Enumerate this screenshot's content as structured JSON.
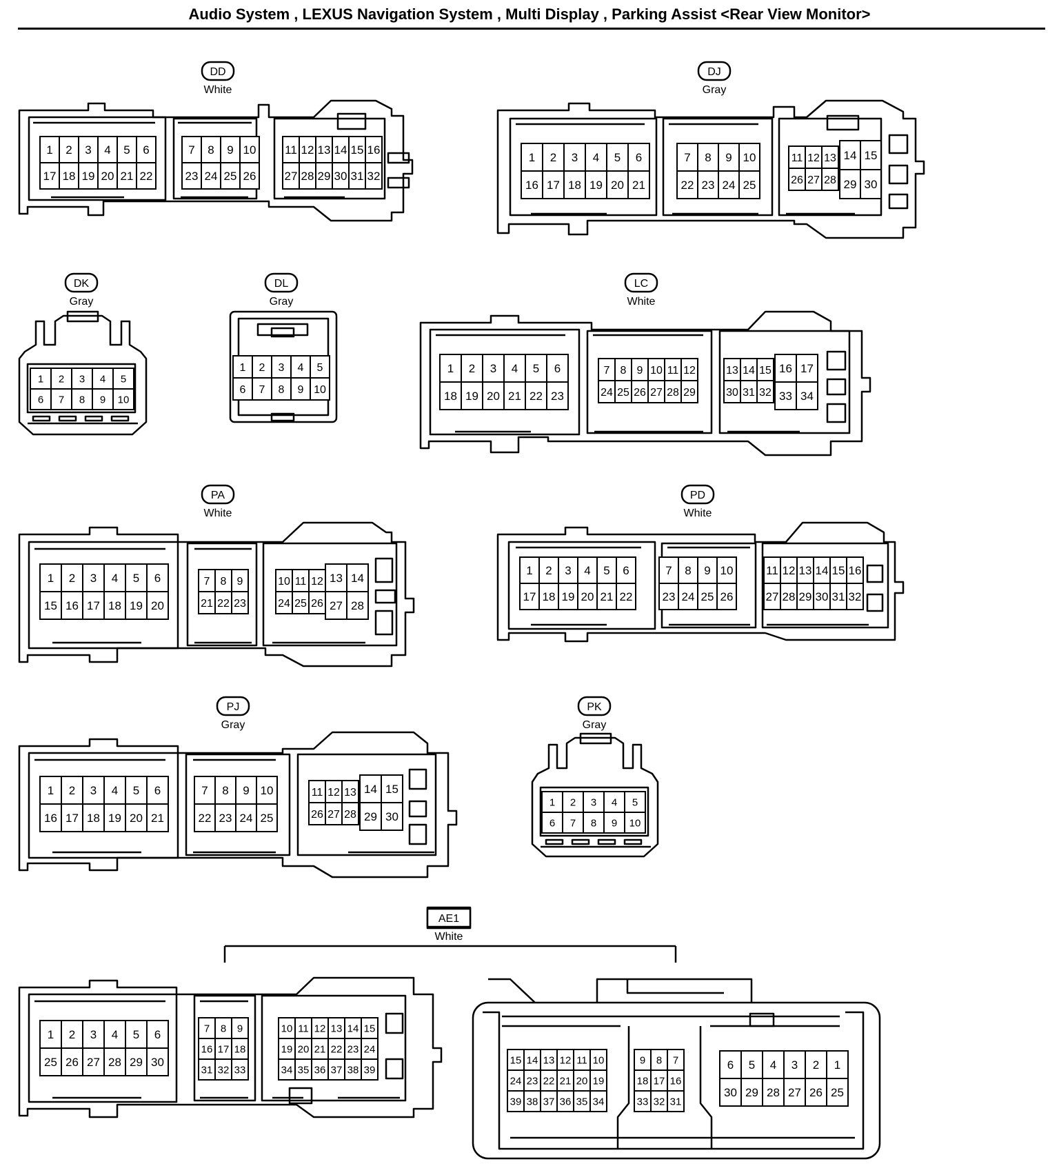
{
  "page": {
    "title": "Audio System , LEXUS Navigation System , Multi Display , Parking Assist <Rear View Monitor>"
  },
  "connectors": [
    {
      "id": "DD",
      "color": "White",
      "groups": [
        {
          "rows": [
            [
              "1",
              "2",
              "3",
              "4",
              "5",
              "6"
            ],
            [
              "17",
              "18",
              "19",
              "20",
              "21",
              "22"
            ]
          ]
        },
        {
          "rows": [
            [
              "7",
              "8",
              "9",
              "10"
            ],
            [
              "23",
              "24",
              "25",
              "26"
            ]
          ]
        },
        {
          "rows": [
            [
              "11",
              "12",
              "13",
              "14",
              "15",
              "16"
            ],
            [
              "27",
              "28",
              "29",
              "30",
              "31",
              "32"
            ]
          ]
        }
      ]
    },
    {
      "id": "DJ",
      "color": "Gray",
      "groups": [
        {
          "rows": [
            [
              "1",
              "2",
              "3",
              "4",
              "5",
              "6"
            ],
            [
              "16",
              "17",
              "18",
              "19",
              "20",
              "21"
            ]
          ]
        },
        {
          "rows": [
            [
              "7",
              "8",
              "9",
              "10"
            ],
            [
              "22",
              "23",
              "24",
              "25"
            ]
          ]
        },
        {
          "rows": [
            [
              "11",
              "12",
              "13"
            ],
            [
              "26",
              "27",
              "28"
            ]
          ]
        },
        {
          "rows": [
            [
              "14",
              "15"
            ],
            [
              "29",
              "30"
            ]
          ]
        }
      ]
    },
    {
      "id": "DK",
      "color": "Gray",
      "groups": [
        {
          "rows": [
            [
              "1",
              "2",
              "3",
              "4",
              "5"
            ],
            [
              "6",
              "7",
              "8",
              "9",
              "10"
            ]
          ]
        }
      ]
    },
    {
      "id": "DL",
      "color": "Gray",
      "groups": [
        {
          "rows": [
            [
              "1",
              "2",
              "3",
              "4",
              "5"
            ],
            [
              "6",
              "7",
              "8",
              "9",
              "10"
            ]
          ]
        }
      ]
    },
    {
      "id": "LC",
      "color": "White",
      "groups": [
        {
          "rows": [
            [
              "1",
              "2",
              "3",
              "4",
              "5",
              "6"
            ],
            [
              "18",
              "19",
              "20",
              "21",
              "22",
              "23"
            ]
          ]
        },
        {
          "rows": [
            [
              "7",
              "8",
              "9",
              "10",
              "11",
              "12"
            ],
            [
              "24",
              "25",
              "26",
              "27",
              "28",
              "29"
            ]
          ]
        },
        {
          "rows": [
            [
              "13",
              "14",
              "15"
            ],
            [
              "30",
              "31",
              "32"
            ]
          ]
        },
        {
          "rows": [
            [
              "16",
              "17"
            ],
            [
              "33",
              "34"
            ]
          ]
        }
      ]
    },
    {
      "id": "PA",
      "color": "White",
      "groups": [
        {
          "rows": [
            [
              "1",
              "2",
              "3",
              "4",
              "5",
              "6"
            ],
            [
              "15",
              "16",
              "17",
              "18",
              "19",
              "20"
            ]
          ]
        },
        {
          "rows": [
            [
              "7",
              "8",
              "9"
            ],
            [
              "21",
              "22",
              "23"
            ]
          ]
        },
        {
          "rows": [
            [
              "10",
              "11",
              "12"
            ],
            [
              "24",
              "25",
              "26"
            ]
          ]
        },
        {
          "rows": [
            [
              "13",
              "14"
            ],
            [
              "27",
              "28"
            ]
          ]
        }
      ]
    },
    {
      "id": "PD",
      "color": "White",
      "groups": [
        {
          "rows": [
            [
              "1",
              "2",
              "3",
              "4",
              "5",
              "6"
            ],
            [
              "17",
              "18",
              "19",
              "20",
              "21",
              "22"
            ]
          ]
        },
        {
          "rows": [
            [
              "7",
              "8",
              "9",
              "10"
            ],
            [
              "23",
              "24",
              "25",
              "26"
            ]
          ]
        },
        {
          "rows": [
            [
              "11",
              "12",
              "13",
              "14",
              "15",
              "16"
            ],
            [
              "27",
              "28",
              "29",
              "30",
              "31",
              "32"
            ]
          ]
        }
      ]
    },
    {
      "id": "PJ",
      "color": "Gray",
      "groups": [
        {
          "rows": [
            [
              "1",
              "2",
              "3",
              "4",
              "5",
              "6"
            ],
            [
              "16",
              "17",
              "18",
              "19",
              "20",
              "21"
            ]
          ]
        },
        {
          "rows": [
            [
              "7",
              "8",
              "9",
              "10"
            ],
            [
              "22",
              "23",
              "24",
              "25"
            ]
          ]
        },
        {
          "rows": [
            [
              "11",
              "12",
              "13"
            ],
            [
              "26",
              "27",
              "28"
            ]
          ]
        },
        {
          "rows": [
            [
              "14",
              "15"
            ],
            [
              "29",
              "30"
            ]
          ]
        }
      ]
    },
    {
      "id": "PK",
      "color": "Gray",
      "groups": [
        {
          "rows": [
            [
              "1",
              "2",
              "3",
              "4",
              "5"
            ],
            [
              "6",
              "7",
              "8",
              "9",
              "10"
            ]
          ]
        }
      ]
    },
    {
      "id": "AE1",
      "color": "White",
      "groups": [
        {
          "rows": [
            [
              "1",
              "2",
              "3",
              "4",
              "5",
              "6"
            ],
            [
              "25",
              "26",
              "27",
              "28",
              "29",
              "30"
            ]
          ]
        },
        {
          "rows": [
            [
              "7",
              "8",
              "9"
            ],
            [
              "16",
              "17",
              "18"
            ],
            [
              "31",
              "32",
              "33"
            ]
          ]
        },
        {
          "rows": [
            [
              "10",
              "11",
              "12",
              "13",
              "14",
              "15"
            ],
            [
              "19",
              "20",
              "21",
              "22",
              "23",
              "24"
            ],
            [
              "34",
              "35",
              "36",
              "37",
              "38",
              "39"
            ]
          ]
        },
        {
          "rows": [
            [
              "15",
              "14",
              "13",
              "12",
              "11",
              "10"
            ],
            [
              "24",
              "23",
              "22",
              "21",
              "20",
              "19"
            ],
            [
              "39",
              "38",
              "37",
              "36",
              "35",
              "34"
            ]
          ]
        },
        {
          "rows": [
            [
              "9",
              "8",
              "7"
            ],
            [
              "18",
              "17",
              "16"
            ],
            [
              "33",
              "32",
              "31"
            ]
          ]
        },
        {
          "rows": [
            [
              "6",
              "5",
              "4",
              "3",
              "2",
              "1"
            ],
            [
              "30",
              "29",
              "28",
              "27",
              "26",
              "25"
            ]
          ]
        }
      ]
    }
  ]
}
